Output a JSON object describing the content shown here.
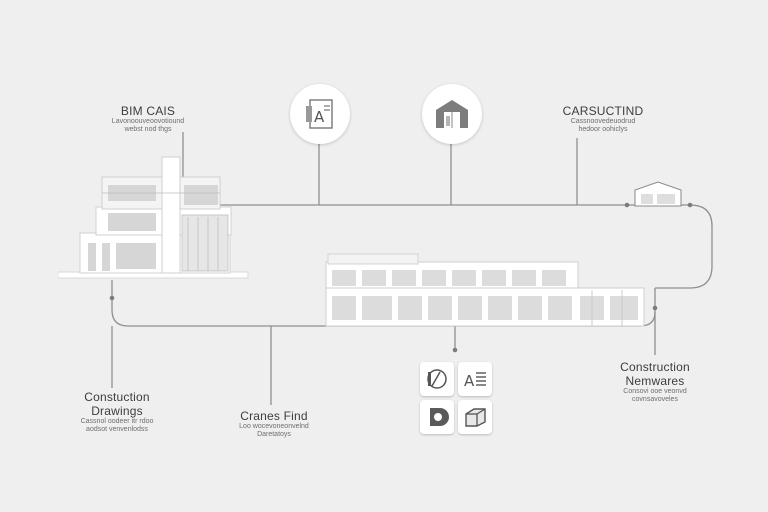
{
  "labels": {
    "bim": {
      "title": "BIM CAIS",
      "sub1": "Lavonoouveoovotiound",
      "sub2": "webst nod thgs"
    },
    "construction_top": {
      "title": "CARSUCTIND",
      "sub1": "Cassnoovedeuodrud",
      "sub2": "hedoor oohiclys"
    },
    "drawings": {
      "title1": "Constuction",
      "title2": "Drawings",
      "sub1": "Cassnol oodeer itr rdoo",
      "sub2": "aodsot venvenlodss"
    },
    "cranes": {
      "title": "Cranes Find",
      "sub1": "Loo wocevoneonvelnd",
      "sub2": "Daretatoys"
    },
    "hardwares": {
      "title1": "Construction",
      "title2": "Nemwares",
      "sub1": "Consovi ooe veonvd",
      "sub2": "covnsavoveles"
    }
  },
  "icons": [
    "document-a-icon",
    "warehouse-icon",
    "analytics-tool-icon",
    "text-document-icon",
    "disc-drive-icon",
    "printer-box-icon"
  ],
  "colors": {
    "background": "#efefef",
    "line": "#8c8c8c",
    "building": "#ffffff",
    "accent": "#3d3d3d"
  }
}
